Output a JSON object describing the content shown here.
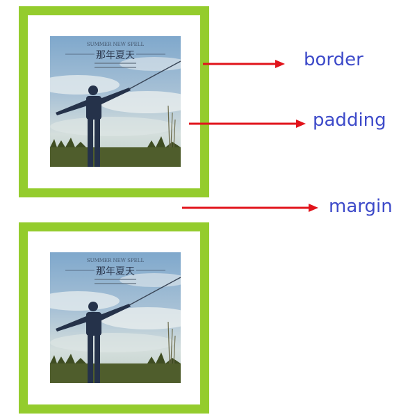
{
  "colors": {
    "border_green": "#94cc2d",
    "arrow_red": "#e1131b",
    "label_blue": "#3d4ac9",
    "sky_top": "#6f9cc3",
    "sky_bottom": "#cbd8d8",
    "grass": "#4b5a2a",
    "figure": "#26344a"
  },
  "labels": {
    "border": "border",
    "padding": "padding",
    "margin": "margin"
  },
  "photo": {
    "header_latin": "SUMMER NEW SPELL",
    "title_cn": "那年夏天"
  }
}
